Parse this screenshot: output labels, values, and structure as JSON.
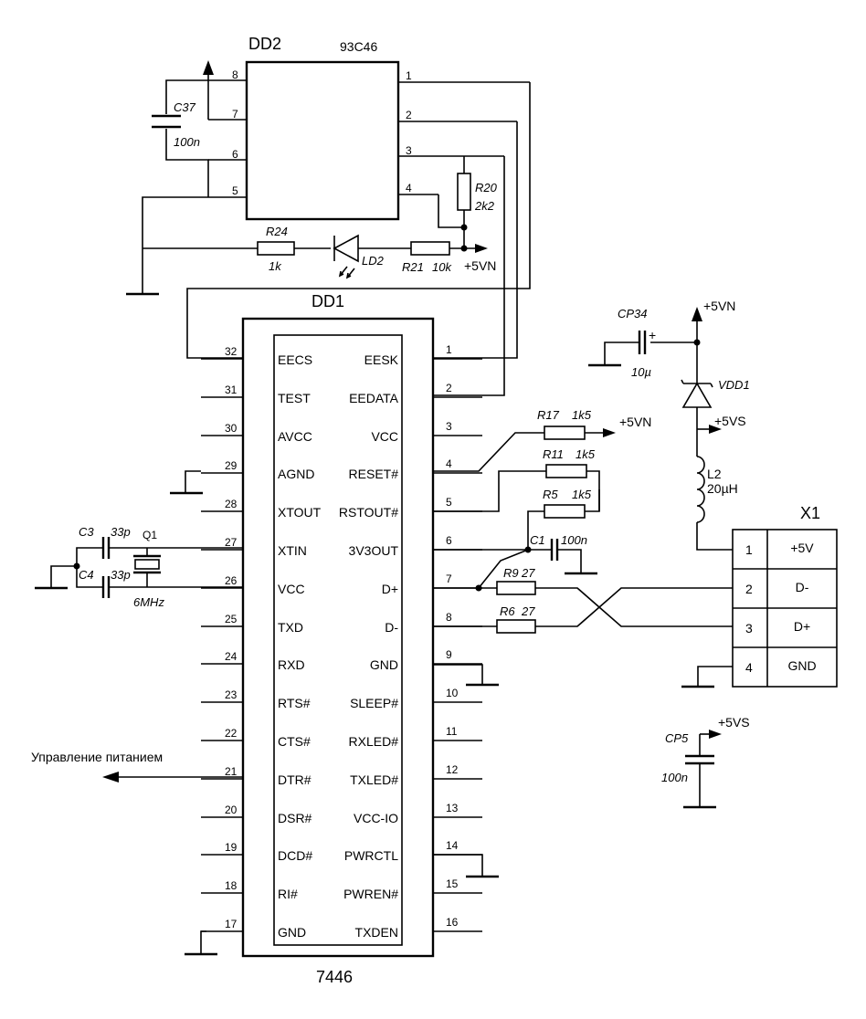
{
  "dd2": {
    "ref": "DD2",
    "part": "93C46",
    "pins": [
      "1",
      "2",
      "3",
      "4",
      "5",
      "6",
      "7",
      "8"
    ]
  },
  "dd1": {
    "ref": "DD1",
    "part": "7446",
    "left": [
      {
        "num": "32",
        "name": "EECS"
      },
      {
        "num": "31",
        "name": "TEST"
      },
      {
        "num": "30",
        "name": "AVCC"
      },
      {
        "num": "29",
        "name": "AGND"
      },
      {
        "num": "28",
        "name": "XTOUT"
      },
      {
        "num": "27",
        "name": "XTIN"
      },
      {
        "num": "26",
        "name": "VCC"
      },
      {
        "num": "25",
        "name": "TXD"
      },
      {
        "num": "24",
        "name": "RXD"
      },
      {
        "num": "23",
        "name": "RTS#"
      },
      {
        "num": "22",
        "name": "CTS#"
      },
      {
        "num": "21",
        "name": "DTR#"
      },
      {
        "num": "20",
        "name": "DSR#"
      },
      {
        "num": "19",
        "name": "DCD#"
      },
      {
        "num": "18",
        "name": "RI#"
      },
      {
        "num": "17",
        "name": "GND"
      }
    ],
    "right": [
      {
        "num": "1",
        "name": "EESK"
      },
      {
        "num": "2",
        "name": "EEDATA"
      },
      {
        "num": "3",
        "name": "VCC"
      },
      {
        "num": "4",
        "name": "RESET#"
      },
      {
        "num": "5",
        "name": "RSTOUT#"
      },
      {
        "num": "6",
        "name": "3V3OUT"
      },
      {
        "num": "7",
        "name": "D+"
      },
      {
        "num": "8",
        "name": "D-"
      },
      {
        "num": "9",
        "name": "GND"
      },
      {
        "num": "10",
        "name": "SLEEP#"
      },
      {
        "num": "11",
        "name": "RXLED#"
      },
      {
        "num": "12",
        "name": "TXLED#"
      },
      {
        "num": "13",
        "name": "VCC-IO"
      },
      {
        "num": "14",
        "name": "PWRCTL"
      },
      {
        "num": "15",
        "name": "PWREN#"
      },
      {
        "num": "16",
        "name": "TXDEN"
      }
    ]
  },
  "components": {
    "c37": {
      "ref": "C37",
      "value": "100n"
    },
    "r20": {
      "ref": "R20",
      "value": "2k2"
    },
    "r24": {
      "ref": "R24",
      "value": "1k"
    },
    "ld2": {
      "ref": "LD2"
    },
    "r21": {
      "ref": "R21",
      "value": "10k"
    },
    "r17": {
      "ref": "R17",
      "value": "1k5"
    },
    "r11": {
      "ref": "R11",
      "value": "1k5"
    },
    "r5": {
      "ref": "R5",
      "value": "1k5"
    },
    "c1": {
      "ref": "C1",
      "value": "100n"
    },
    "r9": {
      "ref": "R9",
      "value": "27"
    },
    "r6": {
      "ref": "R6",
      "value": "27"
    },
    "c3": {
      "ref": "C3",
      "value": "33p"
    },
    "c4": {
      "ref": "C4",
      "value": "33p"
    },
    "q1": {
      "ref": "Q1",
      "value": "6MHz"
    },
    "cp34": {
      "ref": "CP34",
      "value": "10µ",
      "plus": "+"
    },
    "vdd1": {
      "ref": "VDD1"
    },
    "l2": {
      "ref": "L2",
      "value": "20µH"
    },
    "cp5": {
      "ref": "CP5",
      "value": "100n"
    }
  },
  "nets": {
    "vn1": "+5VN",
    "vn2": "+5VN",
    "vn3": "+5VN",
    "vs1": "+5VS",
    "vs2": "+5VS"
  },
  "x1": {
    "ref": "X1",
    "rows": [
      {
        "num": "1",
        "name": "+5V"
      },
      {
        "num": "2",
        "name": "D-"
      },
      {
        "num": "3",
        "name": "D+"
      },
      {
        "num": "4",
        "name": "GND"
      }
    ]
  },
  "power_label": "Управление питанием"
}
